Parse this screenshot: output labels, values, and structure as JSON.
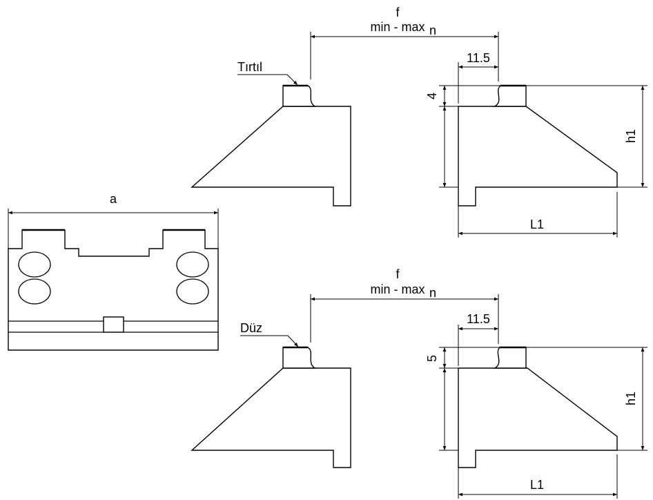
{
  "front_view": {
    "width_label": "a"
  },
  "top_section": {
    "finish_label": "Tırtıl",
    "f_label": "f",
    "range_label": "min - max",
    "range_sub": "n",
    "offset_label": "11.5",
    "height_small_label": "4",
    "height_label": "h1",
    "length_label": "L1"
  },
  "bottom_section": {
    "finish_label": "Düz",
    "f_label": "f",
    "range_label": "min - max",
    "range_sub": "n",
    "offset_label": "11.5",
    "height_small_label": "5",
    "height_label": "h1",
    "length_label": "L1"
  }
}
